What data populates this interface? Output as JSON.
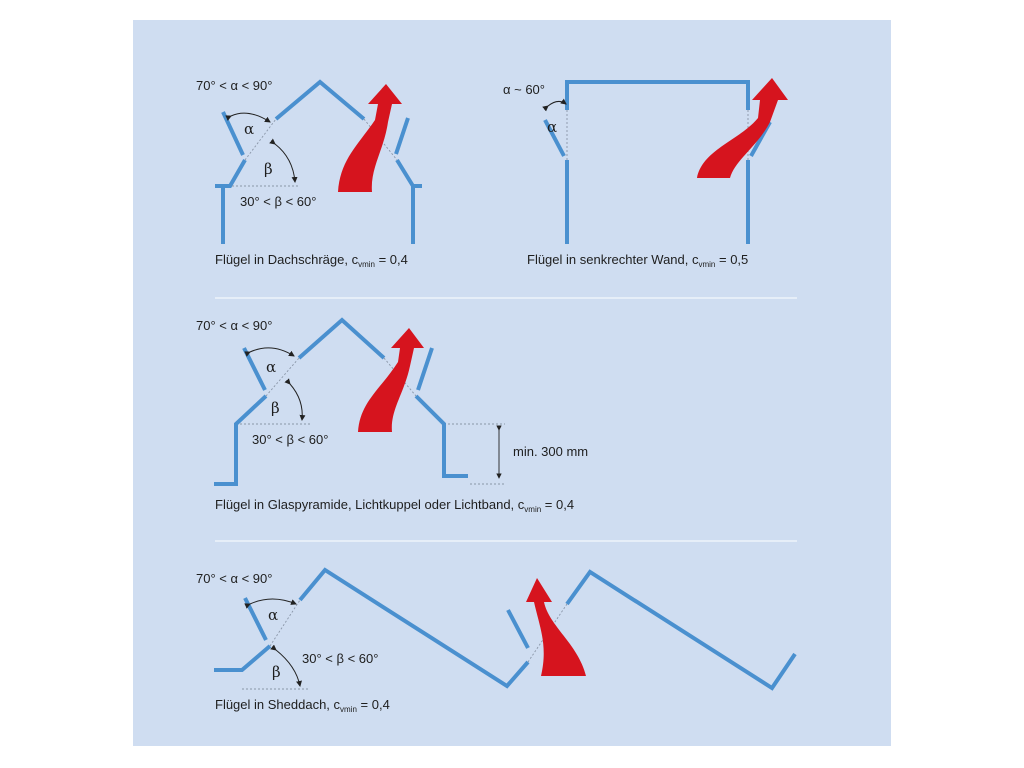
{
  "diagrams": [
    {
      "name": "dachschraege",
      "alpha_range": "70° < α < 90°",
      "alpha_symbol": "α",
      "beta_symbol": "β",
      "beta_range": "30° < β < 60°",
      "caption_main": "Flügel in Dachschräge, c",
      "caption_sub": "vmin",
      "caption_value": " = 0,4"
    },
    {
      "name": "senkrechte-wand",
      "alpha_range": "α ~ 60°",
      "alpha_symbol": "α",
      "caption_main": "Flügel in senkrechter Wand, c",
      "caption_sub": "vmin",
      "caption_value": " = 0,5"
    },
    {
      "name": "glaspyramide",
      "alpha_range": "70° < α < 90°",
      "alpha_symbol": "α",
      "beta_symbol": "β",
      "beta_range": "30° < β < 60°",
      "dimension": "min. 300 mm",
      "caption_main": "Flügel in Glaspyramide, Lichtkuppel oder Lichtband, c",
      "caption_sub": "vmin",
      "caption_value": " = 0,4"
    },
    {
      "name": "sheddach",
      "alpha_range": "70° < α < 90°",
      "alpha_symbol": "α",
      "beta_symbol": "β",
      "beta_range": "30° < β < 60°",
      "caption_main": "Flügel in Sheddach, c",
      "caption_sub": "vmin",
      "caption_value": " = 0,4"
    }
  ],
  "colors": {
    "background": "#cfddf1",
    "structure": "#4a90cf",
    "airflow_arrow": "#d6141e"
  }
}
